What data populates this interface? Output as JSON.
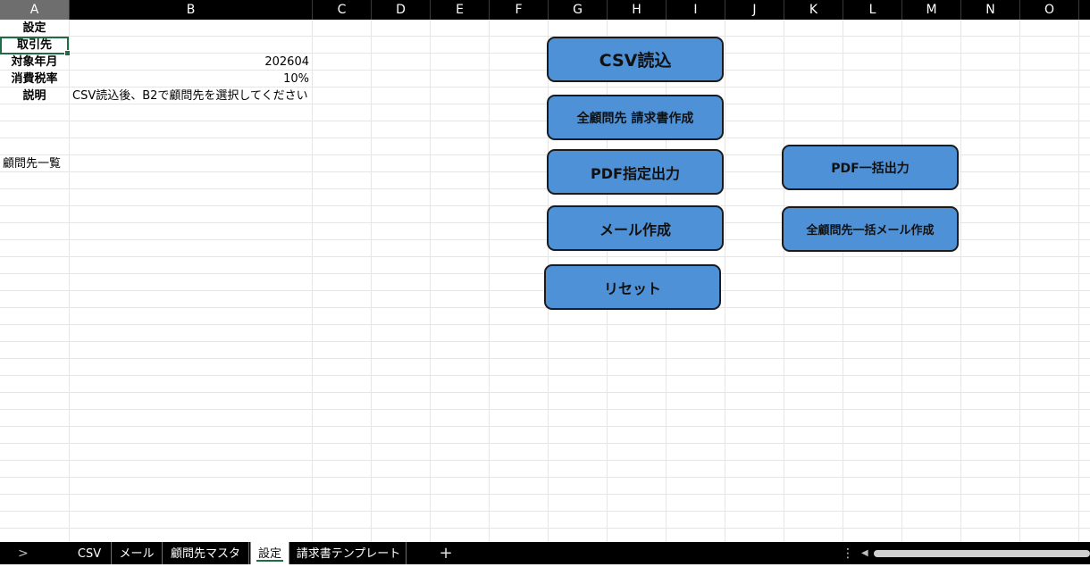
{
  "columns": [
    "A",
    "B",
    "C",
    "D",
    "E",
    "F",
    "G",
    "H",
    "I",
    "J",
    "K",
    "L",
    "M",
    "N",
    "O"
  ],
  "selected_column": "A",
  "cells": {
    "a1": "設定",
    "a2": "取引先",
    "a3": "対象年月",
    "b3": "202604",
    "a4": "消費税率",
    "b4": "10%",
    "a5": "説明",
    "b5": "CSV読込後、B2で顧問先を選択してください",
    "a9": "顧問先一覧"
  },
  "buttons": {
    "csv_import": "CSV読込",
    "create_invoices_all": "全顧問先 請求書作成",
    "pdf_specified": "PDF指定出力",
    "create_mail": "メール作成",
    "reset": "リセット",
    "pdf_bulk": "PDF一括出力",
    "bulk_mail_all": "全顧問先一括メール作成"
  },
  "colors": {
    "button_fill": "#4f91d6",
    "button_border": "#1b1b1b",
    "selection": "#1f6e43",
    "header_bg": "#000000"
  },
  "sheet_tabs": [
    {
      "label": "CSV",
      "active": false
    },
    {
      "label": "メール",
      "active": false
    },
    {
      "label": "顧問先マスタ",
      "active": false
    },
    {
      "label": "設定",
      "active": true
    },
    {
      "label": "請求書テンプレート",
      "active": false
    }
  ],
  "tab_bar": {
    "nav_icon": "chevron-right-icon",
    "add_icon": "plus-icon",
    "add_label": "+",
    "nav_label": ">",
    "menu_label": "⋮",
    "scroll_left_label": "◀"
  }
}
